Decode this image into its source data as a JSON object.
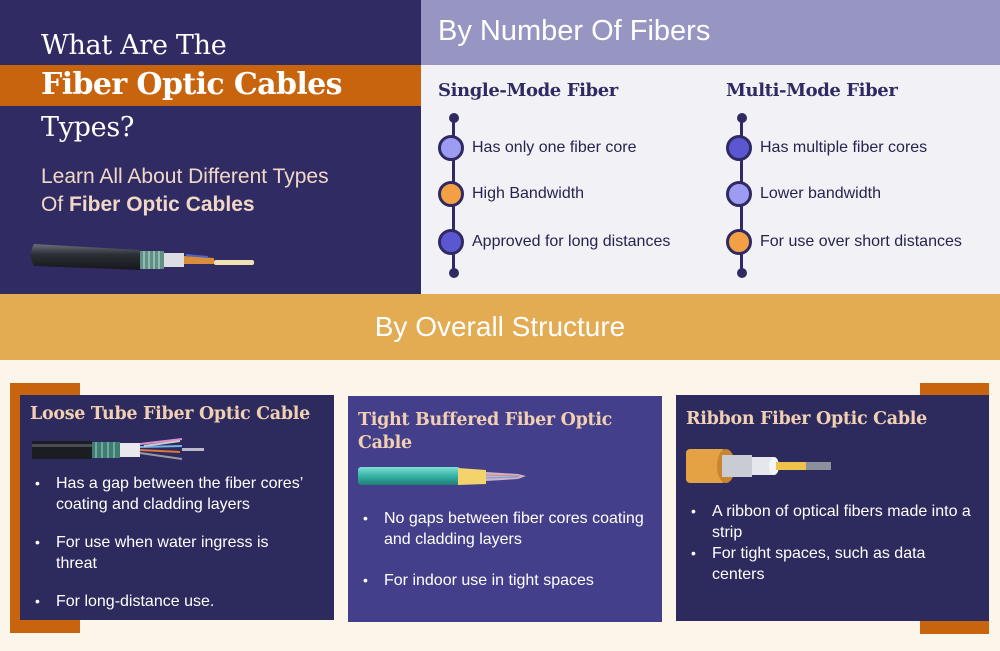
{
  "hero": {
    "line1": "What Are The",
    "line2": "Fiber Optic Cables",
    "line3": "Types?",
    "subtitle_line1": "Learn All About Different Types",
    "subtitle_prefix": "Of ",
    "subtitle_bold": "Fiber Optic Cables",
    "image": "armored-fiber-cable-illustration"
  },
  "by_number_of_fibers": {
    "title": "By Number Of Fibers",
    "columns": [
      {
        "title": "Single-Mode Fiber",
        "items": [
          {
            "text": "Has only one fiber core",
            "dot_color": "#9d9cf2"
          },
          {
            "text": "High Bandwidth",
            "dot_color": "#f2a043"
          },
          {
            "text": "Approved for long distances",
            "dot_color": "#5b57d0"
          }
        ]
      },
      {
        "title": "Multi-Mode Fiber",
        "items": [
          {
            "text": "Has multiple fiber cores",
            "dot_color": "#5b57d0"
          },
          {
            "text": "Lower bandwidth",
            "dot_color": "#9d9cf2"
          },
          {
            "text": "For use over short distances",
            "dot_color": "#f2a043"
          }
        ]
      }
    ]
  },
  "by_overall_structure": {
    "title": "By Overall Structure",
    "cards": [
      {
        "title": "Loose Tube Fiber Optic Cable",
        "image": "loose-tube-cable-illustration",
        "bullets": [
          "Has a gap between the fiber cores’ coating and cladding layers",
          "For use when water ingress is threat",
          "For long-distance use."
        ]
      },
      {
        "title": "Tight Buffered Fiber Optic Cable",
        "image": "tight-buffered-cable-illustration",
        "bullets": [
          "No gaps between fiber cores coating and cladding layers",
          "For indoor use in tight spaces"
        ]
      },
      {
        "title": "Ribbon Fiber Optic Cable",
        "image": "ribbon-cable-illustration",
        "bullets": [
          "A ribbon of optical fibers made into a strip",
          "For tight spaces, such as data centers"
        ]
      }
    ]
  },
  "colors": {
    "navy": "#302c63",
    "orange": "#c8640e",
    "gold": "#e3ab52",
    "lavender": "#9795c2",
    "peach_text": "#f0cfb3"
  }
}
